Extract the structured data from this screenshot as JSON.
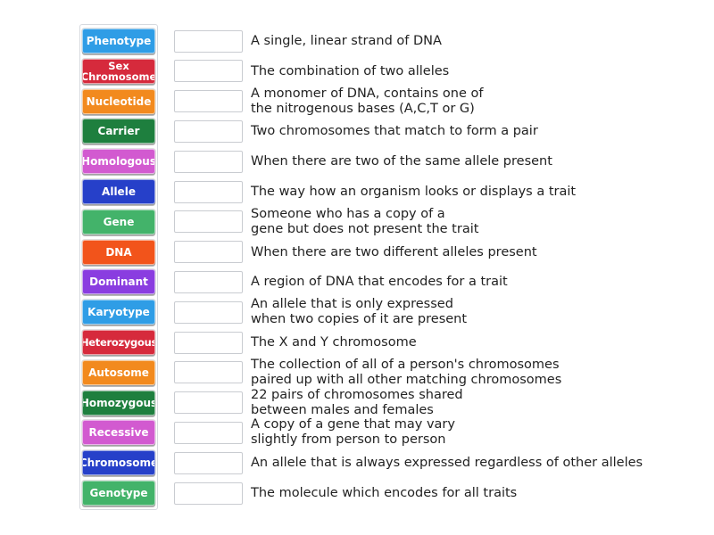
{
  "tiles": [
    {
      "label": "Phenotype",
      "color": "#2f9de6"
    },
    {
      "label": "Sex\nChromosome",
      "color": "#d62a3c"
    },
    {
      "label": "Nucleotide",
      "color": "#f28a1e"
    },
    {
      "label": "Carrier",
      "color": "#1e7f3e"
    },
    {
      "label": "Homologous",
      "color": "#d25ad0"
    },
    {
      "label": "Allele",
      "color": "#2640c9"
    },
    {
      "label": "Gene",
      "color": "#43b36a"
    },
    {
      "label": "DNA",
      "color": "#f2541b"
    },
    {
      "label": "Dominant",
      "color": "#8a3de0"
    },
    {
      "label": "Karyotype",
      "color": "#2f9de6"
    },
    {
      "label": "Heterozygous",
      "color": "#d62a3c"
    },
    {
      "label": "Autosome",
      "color": "#f28a1e"
    },
    {
      "label": "Homozygous",
      "color": "#1e7f3e"
    },
    {
      "label": "Recessive",
      "color": "#d25ad0"
    },
    {
      "label": "Chromosome",
      "color": "#2640c9"
    },
    {
      "label": "Genotype",
      "color": "#43b36a"
    }
  ],
  "definitions": [
    "A single, linear strand of DNA",
    "The combination of two alleles",
    "A monomer of DNA, contains one of\nthe nitrogenous bases (A,C,T or G)",
    "Two chromosomes that match to form a pair",
    "When there are two of the same allele present",
    "The way how an organism looks or displays a trait",
    "Someone who has a copy of a\ngene but does not present the trait",
    "When there are two different alleles present",
    "A region of DNA that encodes for a trait",
    "An allele that is only expressed\nwhen two copies of it are present",
    "The X and Y chromosome",
    "The collection of all of a person's chromosomes\npaired up with all other matching chromosomes",
    "22 pairs of chromosomes shared\nbetween males and females",
    "A copy of a gene that may vary\nslightly from person to person",
    "An allele that is always expressed regardless of other alleles",
    "The molecule which encodes for all traits"
  ]
}
